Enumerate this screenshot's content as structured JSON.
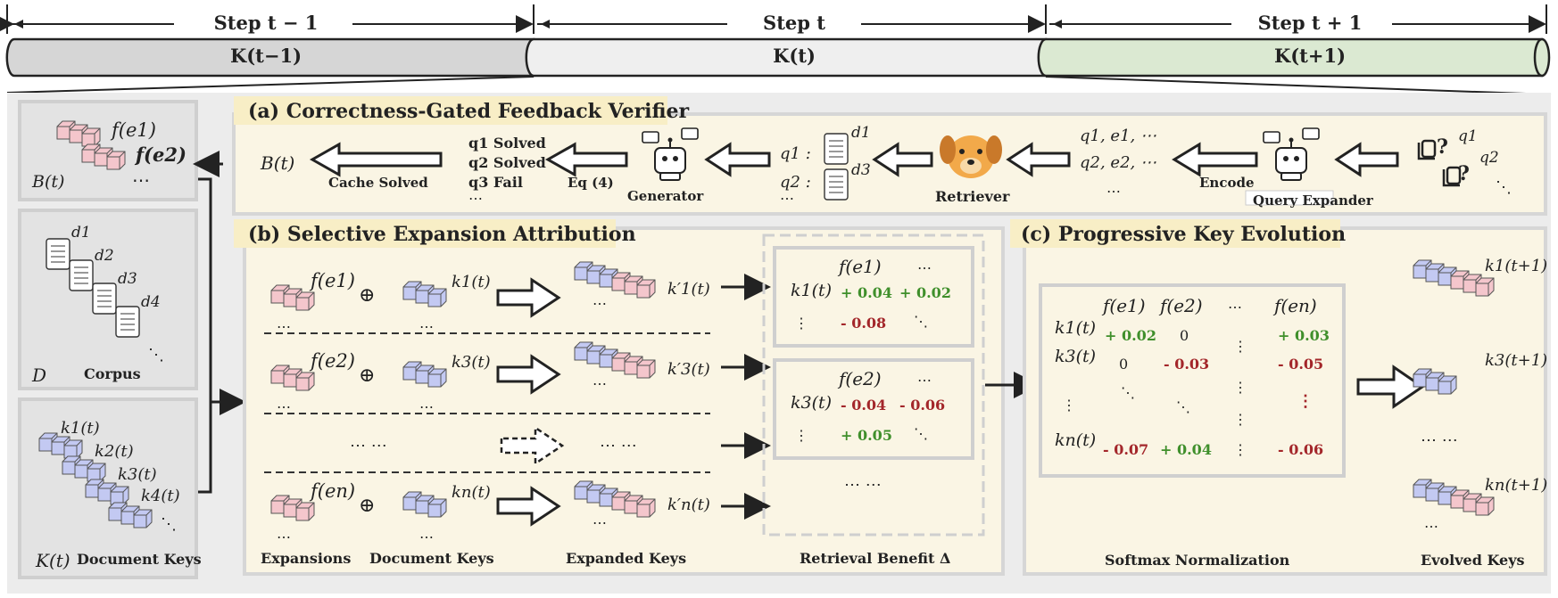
{
  "steps": {
    "prev": {
      "label": "Step t − 1",
      "key": "K(t−1)"
    },
    "cur": {
      "label": "Step t",
      "key": "K(t)"
    },
    "next": {
      "label": "Step t + 1",
      "key": "K(t+1)"
    }
  },
  "left": {
    "cache": {
      "f1": "f(e1)",
      "f2": "f(e2)",
      "dots": "⋯",
      "symbol": "B(t)"
    },
    "corpus": {
      "docs": [
        "d1",
        "d2",
        "d3",
        "d4"
      ],
      "symbol": "D",
      "label": "Corpus"
    },
    "keys": {
      "items": [
        "k1(t)",
        "k2(t)",
        "k3(t)",
        "k4(t)"
      ],
      "symbol": "K(t)",
      "label": "Document Keys"
    }
  },
  "verifier": {
    "title": "(a) Correctness-Gated Feedback Verifier",
    "cache_symbol": "B(t)",
    "cache_label": "Cache Solved",
    "status": [
      "q1 Solved",
      "q2 Solved",
      "q3 Fail",
      "⋯"
    ],
    "eq_label": "Eq (4)",
    "generator_label": "Generator",
    "docs_q": [
      "q1 :",
      "q2 :",
      "⋯"
    ],
    "docs_d": [
      "d1",
      "d3"
    ],
    "retriever_label": "Retriever",
    "expanded": [
      "q1, e1, ⋯",
      "q2, e2, ⋯",
      "⋯"
    ],
    "encode_label": "Encode",
    "expander_label": "Query Expander",
    "queries": [
      "q1",
      "q2",
      "⋱"
    ]
  },
  "attribution": {
    "title": "(b) Selective Expansion Attribution",
    "rows": [
      {
        "f": "f(e1)",
        "k": "k1(t)",
        "kp": "k′1(t)"
      },
      {
        "f": "f(e2)",
        "k": "k3(t)",
        "kp": "k′3(t)"
      },
      {
        "f": "f(en)",
        "k": "kn(t)",
        "kp": "k′n(t)"
      }
    ],
    "middle_dots": "⋯ ⋯",
    "middle_dots_right": "⋯ ⋯",
    "labels": [
      "Expansions",
      "Document Keys",
      "Expanded Keys",
      "Retrieval Benefit Δ"
    ],
    "benefit_tables": [
      {
        "header": "f(e1)",
        "row_key": "k1(t)",
        "v1": "+ 0.04",
        "v2": "+ 0.02",
        "v3": "- 0.08"
      },
      {
        "header": "f(e2)",
        "row_key": "k3(t)",
        "v1": "- 0.04",
        "v2": "- 0.06",
        "v3": "+ 0.05"
      }
    ],
    "benefit_dots": "⋯ ⋯"
  },
  "evolution": {
    "title": "(c) Progressive Key Evolution",
    "matrix_headers": [
      "f(e1)",
      "f(e2)",
      "⋯",
      "f(en)"
    ],
    "matrix_rows": [
      {
        "key": "k1(t)",
        "cells": [
          "+ 0.02",
          "0",
          "⋮",
          "+ 0.03"
        ]
      },
      {
        "key": "k3(t)",
        "cells": [
          "0",
          "- 0.03",
          "⋮",
          "- 0.05"
        ]
      },
      {
        "key": "⋮",
        "cells": [
          "⋱",
          "⋱",
          "⋮",
          "⋮"
        ]
      },
      {
        "key": "kn(t)",
        "cells": [
          "- 0.07",
          "+ 0.04",
          "⋮",
          "- 0.06"
        ]
      }
    ],
    "matrix_label": "Softmax Normalization",
    "evolved": [
      "k1(t+1)",
      "k3(t+1)",
      "kn(t+1)"
    ],
    "evolved_dots": "⋯ ⋯",
    "evolved_label": "Evolved Keys"
  }
}
